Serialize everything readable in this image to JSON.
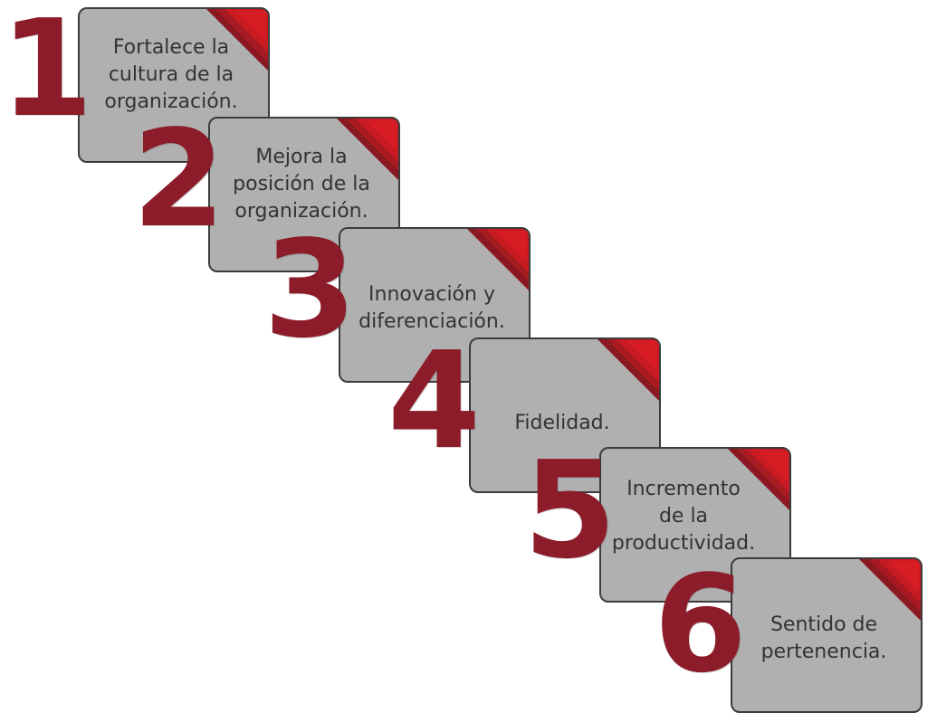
{
  "colors": {
    "card_fill": "#b0b0b0",
    "card_border": "#3c3c3c",
    "number": "#8c1c2a",
    "corner_dark": "#8a1820",
    "corner_light": "#d81c24",
    "text": "#333333"
  },
  "steps": [
    {
      "number": "1",
      "text": "Fortalece la\ncultura de la\norganización."
    },
    {
      "number": "2",
      "text": "Mejora la\nposición de la\norganización."
    },
    {
      "number": "3",
      "text": "Innovación y\ndiferenciación."
    },
    {
      "number": "4",
      "text": "Fidelidad."
    },
    {
      "number": "5",
      "text": "Incremento\nde la\nproductividad."
    },
    {
      "number": "6",
      "text": "Sentido de\npertenencia."
    }
  ]
}
